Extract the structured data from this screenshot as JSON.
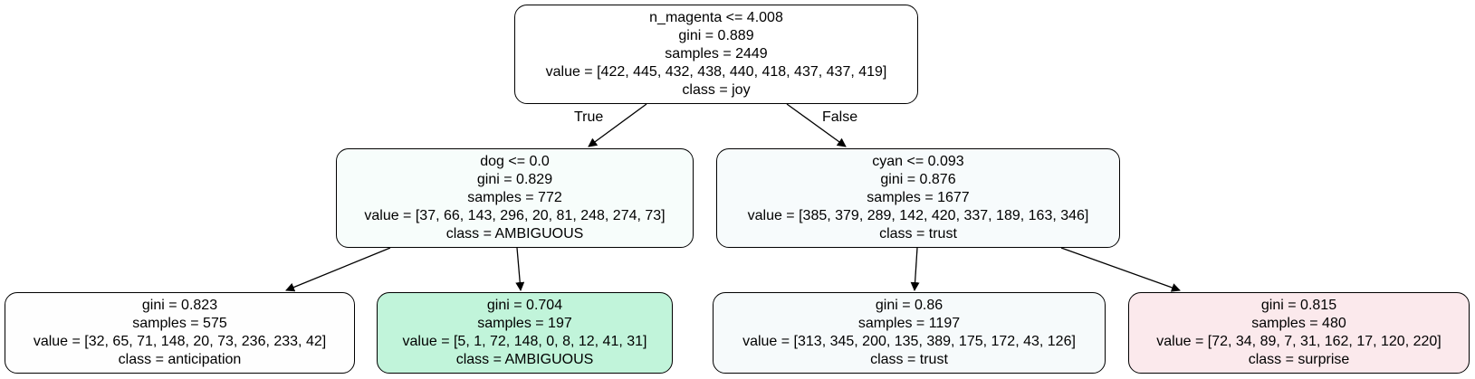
{
  "colors": {
    "node_root": "#ffffff",
    "node_dog": "#f7fdfb",
    "node_cyan": "#f7fbfc",
    "node_anticipation": "#fefefe",
    "node_ambiguous": "#c1f4da",
    "node_trust": "#f6fafb",
    "node_surprise": "#fbe9ec",
    "edge": "#000000"
  },
  "edges": {
    "true_label": "True",
    "false_label": "False"
  },
  "nodes": [
    {
      "split": "n_magenta <= 4.008",
      "gini": "gini = 0.889",
      "samples": "samples = 2449",
      "value": "value = [422, 445, 432, 438, 440, 418, 437, 437, 419]",
      "class": "class = joy"
    },
    {
      "split": "dog <= 0.0",
      "gini": "gini = 0.829",
      "samples": "samples = 772",
      "value": "value = [37, 66, 143, 296, 20, 81, 248, 274, 73]",
      "class": "class = AMBIGUOUS"
    },
    {
      "split": "cyan <= 0.093",
      "gini": "gini = 0.876",
      "samples": "samples = 1677",
      "value": "value = [385, 379, 289, 142, 420, 337, 189, 163, 346]",
      "class": "class = trust"
    },
    {
      "gini": "gini = 0.823",
      "samples": "samples = 575",
      "value": "value = [32, 65, 71, 148, 20, 73, 236, 233, 42]",
      "class": "class = anticipation"
    },
    {
      "gini": "gini = 0.704",
      "samples": "samples = 197",
      "value": "value = [5, 1, 72, 148, 0, 8, 12, 41, 31]",
      "class": "class = AMBIGUOUS"
    },
    {
      "gini": "gini = 0.86",
      "samples": "samples = 1197",
      "value": "value = [313, 345, 200, 135, 389, 175, 172, 43, 126]",
      "class": "class = trust"
    },
    {
      "gini": "gini = 0.815",
      "samples": "samples = 480",
      "value": "value = [72, 34, 89, 7, 31, 162, 17, 120, 220]",
      "class": "class = surprise"
    }
  ]
}
